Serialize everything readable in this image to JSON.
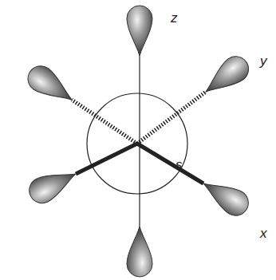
{
  "diagram": {
    "labels": [
      "z",
      "y",
      "s",
      "x"
    ]
  }
}
